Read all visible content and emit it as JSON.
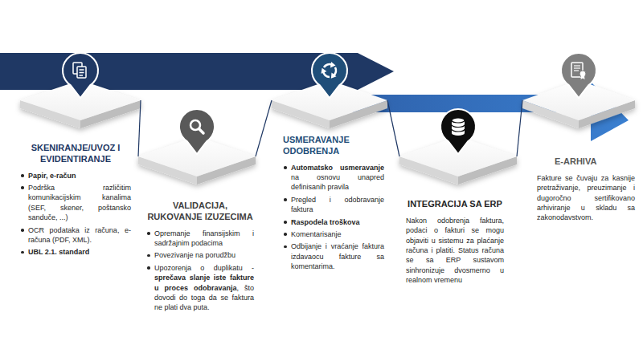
{
  "diagram": {
    "nodes": [
      {
        "text": [
          "SKENIRANJE/UVOZ I EVIDENTIRANJE",
          "Papir, e-račun",
          "Podrška različitim komunikacijskim kanalima (SEF, skener, poštansko sanduče, ...)",
          "OCR podataka iz računa, e-računa (PDF, XML).",
          "UBL 2.1. standard"
        ]
      },
      {
        "text": [
          "VALIDACIJA, RUKOVANJE IZUZECIMA",
          "Opremanje finansijskim i sadržajnim podacima",
          "Povezivanje na porudžbu",
          "Upozorenja o duplikatu - sprečava slanje iste fakture u proces odobravanja, što dovodi do toga da se faktura ne plati dva puta."
        ]
      },
      {
        "text": [
          "USMERAVANJE ODOBRENJA",
          "Automatsko usmeravanje na osnovu unapred definisanih pravila",
          "Pregled i odobravanje faktura",
          "Raspodela troškova",
          "Komentarisanje",
          "Odbijanje i vraćanje faktura izdavaocu fakture sa komentarima."
        ]
      },
      {
        "text": [
          "INTEGRACIJA SA ERP",
          "Nakon odobrenja faktura, podaci o fakturi se mogu objaviti u sistemu za plaćanje računa i platiti. Status računa se sa ERP sustavom sinhronizuje dvosmerno u realnom vremenu"
        ]
      },
      {
        "text": [
          "E-ARHIVA",
          "Fakture se čuvaju za kasnije pretraživanje, preuzimanje i dugoročno sertifikovano arhiviranje u skladu sa zakonodavstvom."
        ]
      }
    ],
    "edges": [
      {
        "from": 0,
        "to": 1,
        "arrow": "none"
      },
      {
        "from": 1,
        "to": 2,
        "arrow": "none"
      },
      {
        "from": 2,
        "to": 3,
        "arrow": "none"
      },
      {
        "from": 3,
        "to": 4,
        "arrow": "none"
      }
    ]
  }
}
